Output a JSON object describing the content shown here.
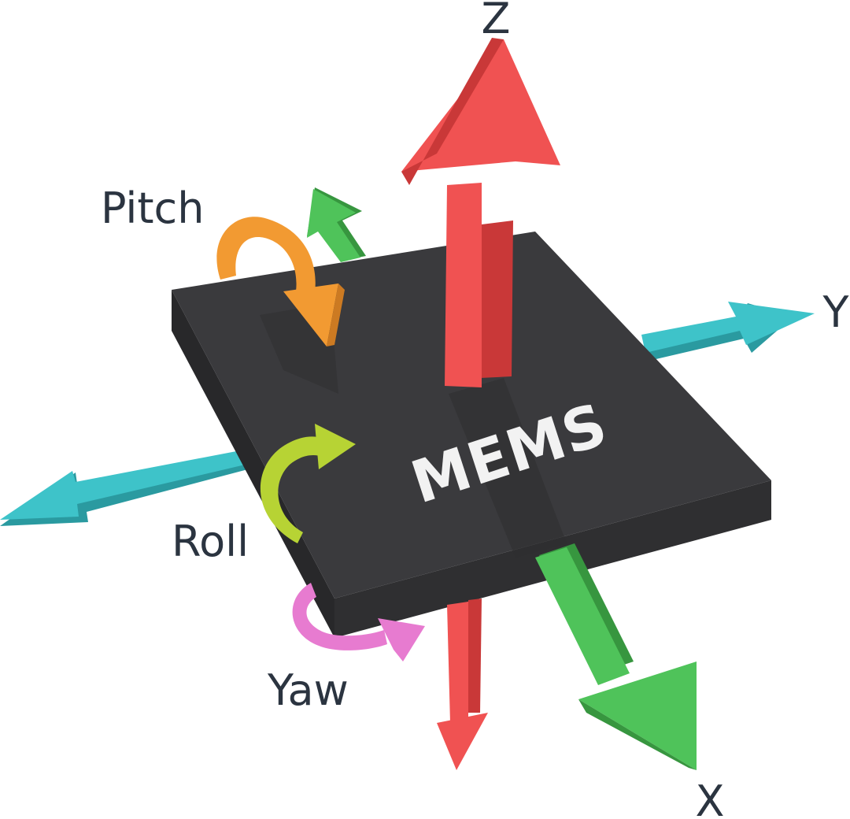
{
  "diagram": {
    "chip_label": "MEMS",
    "axes": {
      "z": "Z",
      "y": "Y",
      "x": "X"
    },
    "rotations": {
      "pitch": "Pitch",
      "roll": "Roll",
      "yaw": "Yaw"
    }
  },
  "colors": {
    "z_axis": "#f05252",
    "z_axis_dark": "#c93838",
    "y_axis": "#3ec3c9",
    "y_axis_dark": "#2a9aa0",
    "x_axis": "#4fc35a",
    "x_axis_dark": "#37963f",
    "pitch": "#f29a32",
    "roll": "#b7d334",
    "yaw": "#e77bd0",
    "chip_top": "#3a3a3d",
    "chip_side": "#28282a",
    "label_text": "#2b3440"
  }
}
